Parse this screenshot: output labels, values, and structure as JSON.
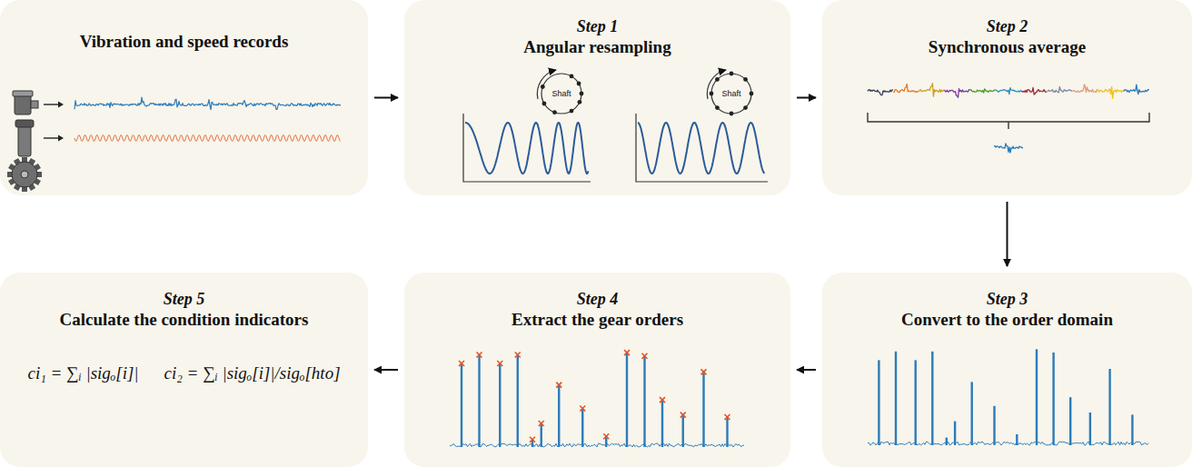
{
  "diagram": {
    "nodes": [
      {
        "text": [
          "Vibration and speed records"
        ]
      },
      {
        "text": [
          "Step 1",
          "Angular resampling"
        ]
      },
      {
        "text": [
          "Step 2",
          "Synchronous average"
        ]
      },
      {
        "text": [
          "Step 3",
          "Convert to the order domain"
        ]
      },
      {
        "text": [
          "Step 4",
          "Extract the gear orders"
        ]
      },
      {
        "text": [
          "Step 5",
          "Calculate the condition indicators"
        ]
      }
    ],
    "edges": [
      {
        "from": 0,
        "to": 1,
        "arrow": "to"
      },
      {
        "from": 1,
        "to": 2,
        "arrow": "to"
      },
      {
        "from": 2,
        "to": 3,
        "arrow": "to"
      },
      {
        "from": 3,
        "to": 4,
        "arrow": "to"
      },
      {
        "from": 4,
        "to": 5,
        "arrow": "to"
      }
    ],
    "labels": [
      "Shaft",
      "Shaft",
      "ci₁ = ∑ᵢ |sigₒ[i]|",
      "ci₂ = ∑ᵢ |sigₒ[i]|/sigₒ[hto]"
    ]
  }
}
